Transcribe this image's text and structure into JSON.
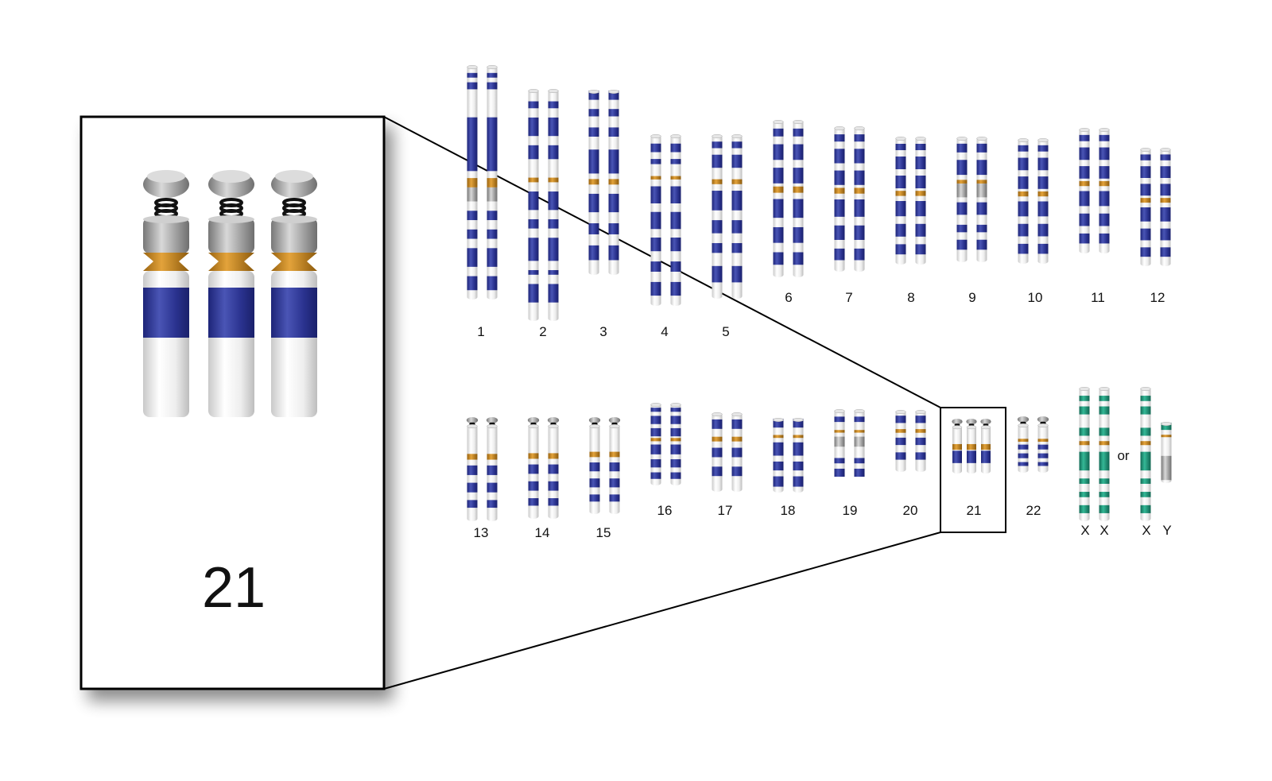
{
  "figure": {
    "zoom_label": "21",
    "or_text": "or",
    "colors": {
      "dark_band": "#2b3390",
      "light_band": "#f2f2f2",
      "centromere": "#c98a1e",
      "sex_band": "#1f9a7d",
      "satellite": "#9a9a9a",
      "stalk": "#111111"
    },
    "autosomes_top_row": [
      {
        "label": "1",
        "count": 2
      },
      {
        "label": "2",
        "count": 2
      },
      {
        "label": "3",
        "count": 2
      },
      {
        "label": "4",
        "count": 2
      },
      {
        "label": "5",
        "count": 2
      },
      {
        "label": "6",
        "count": 2
      },
      {
        "label": "7",
        "count": 2
      },
      {
        "label": "8",
        "count": 2
      },
      {
        "label": "9",
        "count": 2
      },
      {
        "label": "10",
        "count": 2
      },
      {
        "label": "11",
        "count": 2
      },
      {
        "label": "12",
        "count": 2
      }
    ],
    "autosomes_bottom_row": [
      {
        "label": "13",
        "count": 2
      },
      {
        "label": "14",
        "count": 2
      },
      {
        "label": "15",
        "count": 2
      },
      {
        "label": "16",
        "count": 2
      },
      {
        "label": "17",
        "count": 2
      },
      {
        "label": "18",
        "count": 2
      },
      {
        "label": "19",
        "count": 2
      },
      {
        "label": "20",
        "count": 2
      },
      {
        "label": "21",
        "count": 3
      },
      {
        "label": "22",
        "count": 2
      }
    ],
    "sex_chromosomes": {
      "option_a": [
        "X",
        "X"
      ],
      "option_b": [
        "X",
        "Y"
      ]
    }
  }
}
